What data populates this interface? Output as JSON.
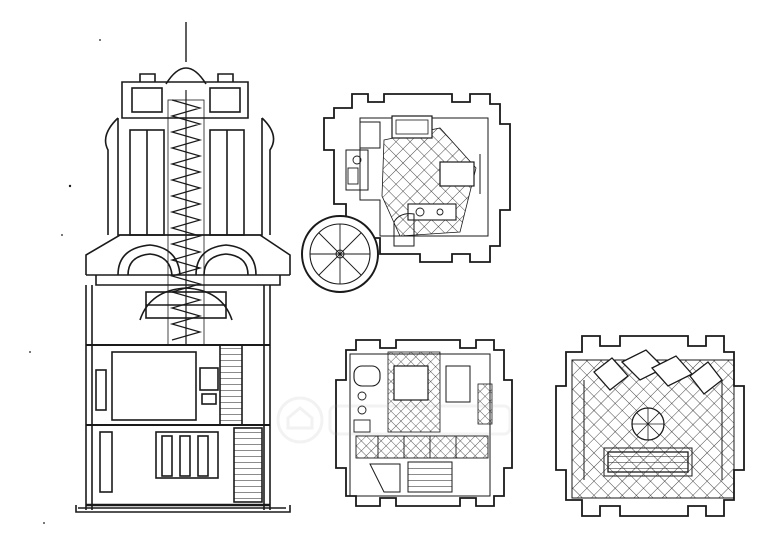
{
  "drawing": {
    "type": "architectural-drawing-sheet",
    "panels": [
      {
        "id": "tower-section",
        "kind": "vertical-section"
      },
      {
        "id": "upper-floor-plan",
        "kind": "floor-plan"
      },
      {
        "id": "middle-floor-plan",
        "kind": "floor-plan"
      },
      {
        "id": "roof-terrace-plan",
        "kind": "floor-plan"
      }
    ],
    "line_color": "#1a1a1a",
    "background_color": "#ffffff",
    "watermark": {
      "kind": "faint-house-logo",
      "color": "#9a9a9a"
    }
  }
}
